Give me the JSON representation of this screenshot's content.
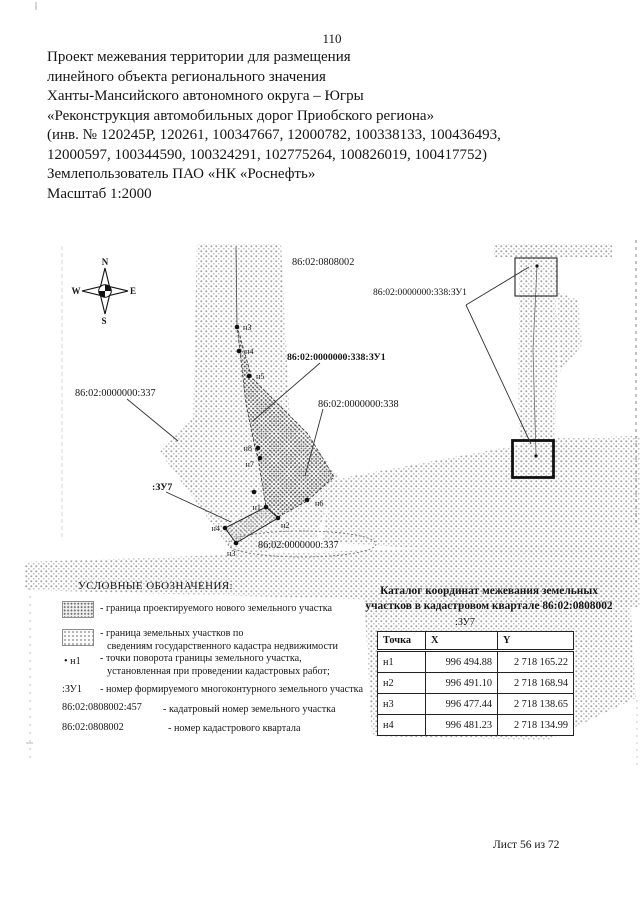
{
  "page": {
    "number": "110",
    "footer": "Лист 56 из 72"
  },
  "colors": {
    "ink": "#151515",
    "hatch_light": "#a3a3a3",
    "hatch_dark": "#585858"
  },
  "header": {
    "lines": [
      "Проект межевания территории для размещения",
      "линейного объекта регионального значения",
      "Ханты-Мансийского автономного округа – Югры",
      "«Реконструкция автомобильных дорог Приобского региона»",
      "(инв. № 120245Р, 120261, 100347667, 12000782, 100338133, 100436493,",
      "12000597, 100344590, 100324291, 102775264, 100826019, 100417752)",
      "Землепользователь ПАО «НК «Роснефть»",
      "Масштаб 1:2000"
    ]
  },
  "map": {
    "compass": {
      "n": "N",
      "s": "S",
      "w": "W",
      "e": "E"
    },
    "labels": {
      "quarter_top": "86:02:0808002",
      "zu1_inset": "86:02:0000000:338:ЗУ1",
      "zu1_main": "86:02:0000000:338:ЗУ1",
      "parcel_337": "86:02:0000000:337",
      "parcel_338": "86:02:0000000:338",
      "zu7": ":ЗУ7",
      "parcel_337_bottom": "86:02:0000000:337"
    },
    "points": [
      "н3",
      "н4",
      "н5",
      "н8",
      "н7",
      "н1",
      "н2",
      "н6",
      "н4",
      "н3"
    ]
  },
  "legend": {
    "title": "УСЛОВНЫЕ ОБОЗНАЧЕНИЯ:",
    "items": [
      {
        "symbol": "hatch-dark-swatch",
        "text": "- граница проектируемого нового земельного участка"
      },
      {
        "symbol": "hatch-light-swatch",
        "line1": "- граница земельных участков по",
        "line2": "сведениям государственного кадастра недвижимости"
      },
      {
        "symbol": "• н1",
        "line1": "- точки поворота границы земельного участка,",
        "line2": "установленная при проведении кадастровых работ;"
      },
      {
        "symbol": ":ЗУ1",
        "text": "- номер формируемого многоконтурного земельного участка"
      },
      {
        "symbol": "86:02:0808002:457",
        "text": "- кадатровый номер земельного участка"
      },
      {
        "symbol": "86:02:0808002",
        "text": "- номер кадастрового квартала"
      }
    ]
  },
  "catalog": {
    "title_line1": "Каталог координат межевания земельных",
    "title_line2": "участков в кадастровом квартале 86:02:0808002",
    "subtitle": ":ЗУ7",
    "table": {
      "headers": [
        "Точка",
        "X",
        "Y"
      ],
      "rows": [
        [
          "н1",
          "996 494.88",
          "2 718 165.22"
        ],
        [
          "н2",
          "996 491.10",
          "2 718 168.94"
        ],
        [
          "н3",
          "996 477.44",
          "2 718 138.65"
        ],
        [
          "н4",
          "996 481.23",
          "2 718 134.99"
        ]
      ]
    }
  }
}
